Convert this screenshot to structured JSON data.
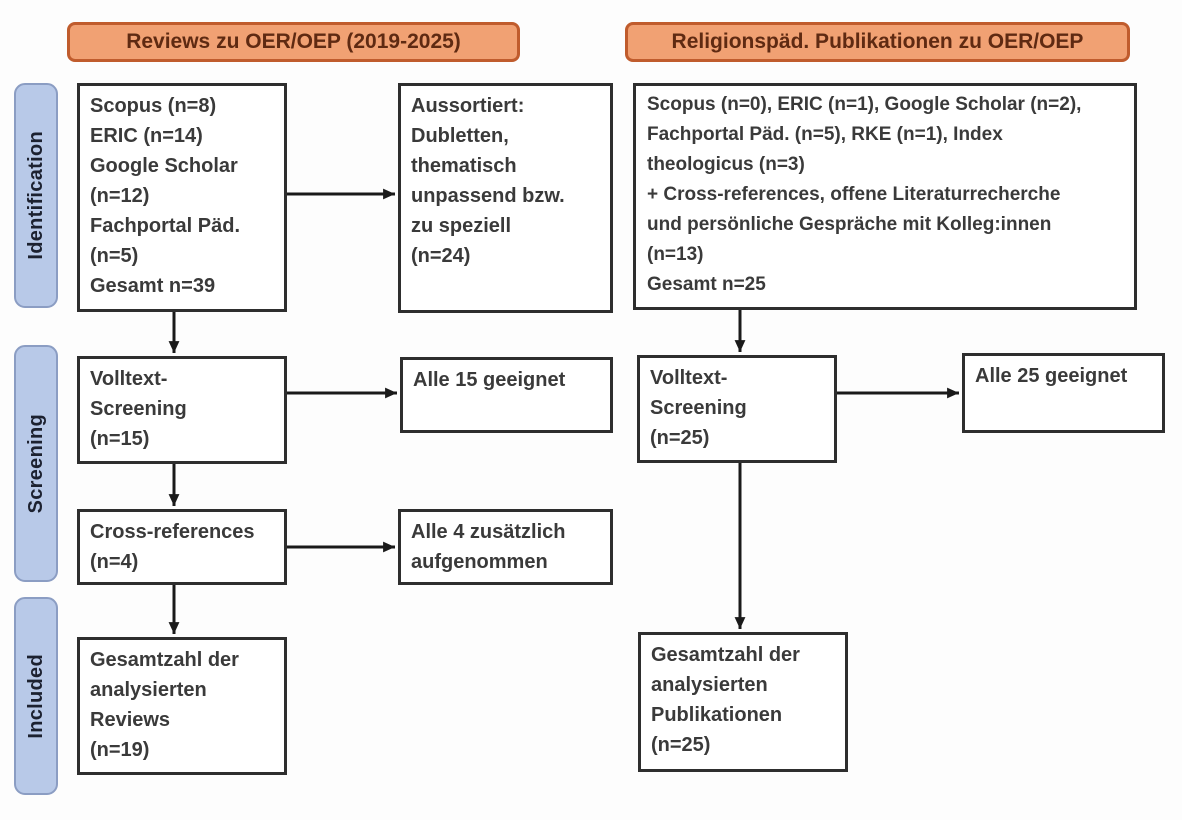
{
  "headers": {
    "left": "Reviews zu OER/OEP (2019-2025)",
    "right": "Religionspäd. Publikationen zu OER/OEP"
  },
  "stages": [
    {
      "label": "Identification"
    },
    {
      "label": "Screening"
    },
    {
      "label": "Included"
    }
  ],
  "left_flow": {
    "sources": "Scopus (n=8)\nERIC (n=14)\nGoogle Scholar\n(n=12)\nFachportal Päd.\n(n=5)\nGesamt n=39",
    "excluded": "Aussortiert:\nDubletten,\nthematisch\nunpassend bzw.\nzu speziell\n(n=24)",
    "fulltext_screening": "Volltext-\nScreening\n(n=15)",
    "fulltext_result": "Alle 15 geeignet",
    "cross_references": "Cross-references\n(n=4)",
    "cross_references_result": "Alle 4 zusätzlich\naufgenommen",
    "included_total": "Gesamtzahl der\nanalysierten\nReviews\n(n=19)"
  },
  "right_flow": {
    "sources": "Scopus (n=0), ERIC (n=1), Google Scholar (n=2),\nFachportal Päd. (n=5), RKE (n=1), Index\ntheologicus (n=3)\n+ Cross-references, offene Literaturrecherche\nund persönliche Gespräche mit Kolleg:innen\n(n=13)\nGesamt n=25",
    "fulltext_screening": "Volltext-\nScreening\n(n=25)",
    "fulltext_result": "Alle 25 geeignet",
    "included_total": "Gesamtzahl der\nanalysierten\nPublikationen\n(n=25)"
  },
  "colors": {
    "header_fill": "#f1a173",
    "header_border": "#c05c2d",
    "header_text": "#5f2a12",
    "stage_fill": "#b8c9e8",
    "stage_border": "#8b9dc3",
    "box_border": "#2e2e2e",
    "box_text": "#3a3a3a",
    "arrow": "#1a1a1a"
  }
}
